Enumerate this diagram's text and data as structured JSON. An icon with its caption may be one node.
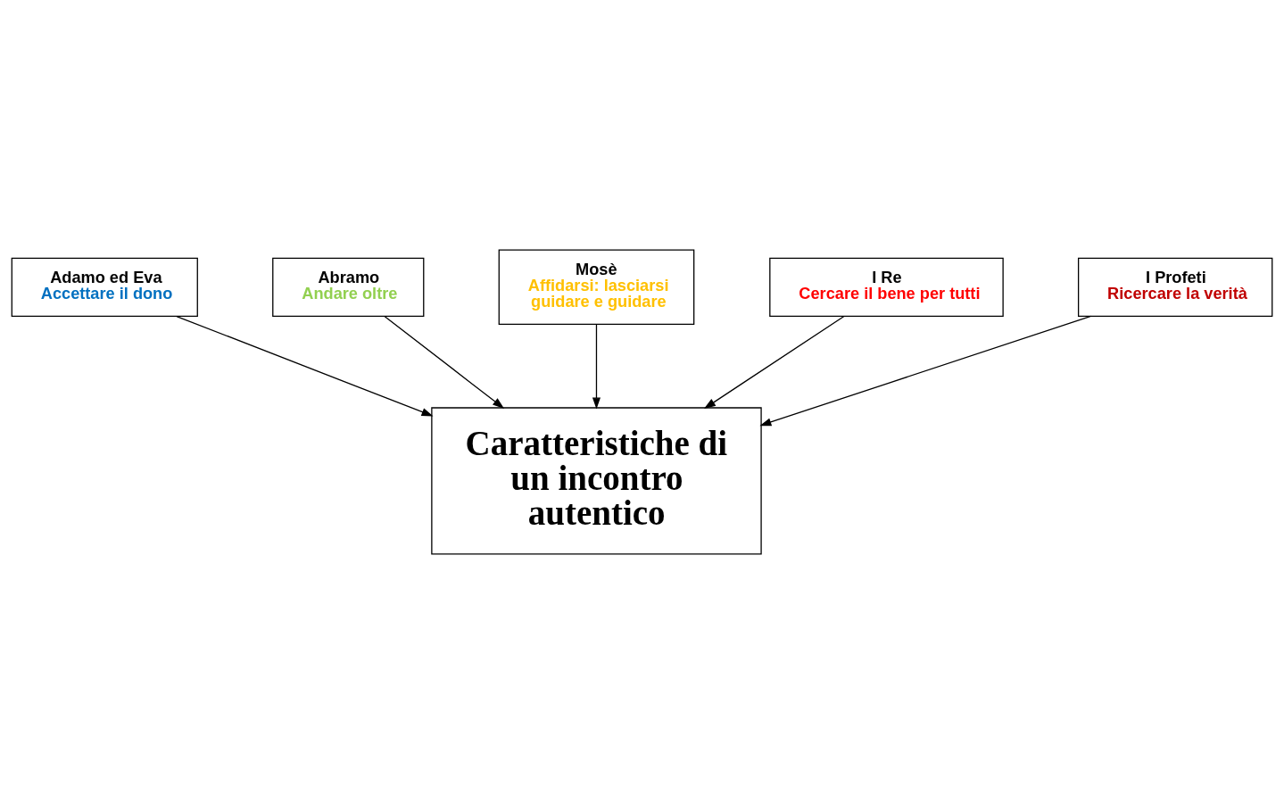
{
  "diagram": {
    "nodes": [
      {
        "text": [
          "Adamo ed Eva",
          "Accettare il dono"
        ]
      },
      {
        "text": [
          "Abramo",
          "Andare oltre"
        ]
      },
      {
        "text": [
          "Mosè",
          "Affidarsi: lasciarsi guidare e guidare"
        ]
      },
      {
        "text": [
          "Caratteristiche di un incontro autentico"
        ]
      },
      {
        "text": [
          "I Re",
          "Cercare il bene per tutti"
        ]
      },
      {
        "text": [
          "I Profeti",
          "Ricercare la verità"
        ]
      }
    ],
    "edges": [
      {
        "from": 0,
        "to": 3,
        "arrow": "to"
      },
      {
        "from": 1,
        "to": 3,
        "arrow": "to"
      },
      {
        "from": 2,
        "to": 3,
        "arrow": "to"
      },
      {
        "from": 4,
        "to": 3,
        "arrow": "to"
      },
      {
        "from": 5,
        "to": 3,
        "arrow": "to"
      }
    ]
  }
}
